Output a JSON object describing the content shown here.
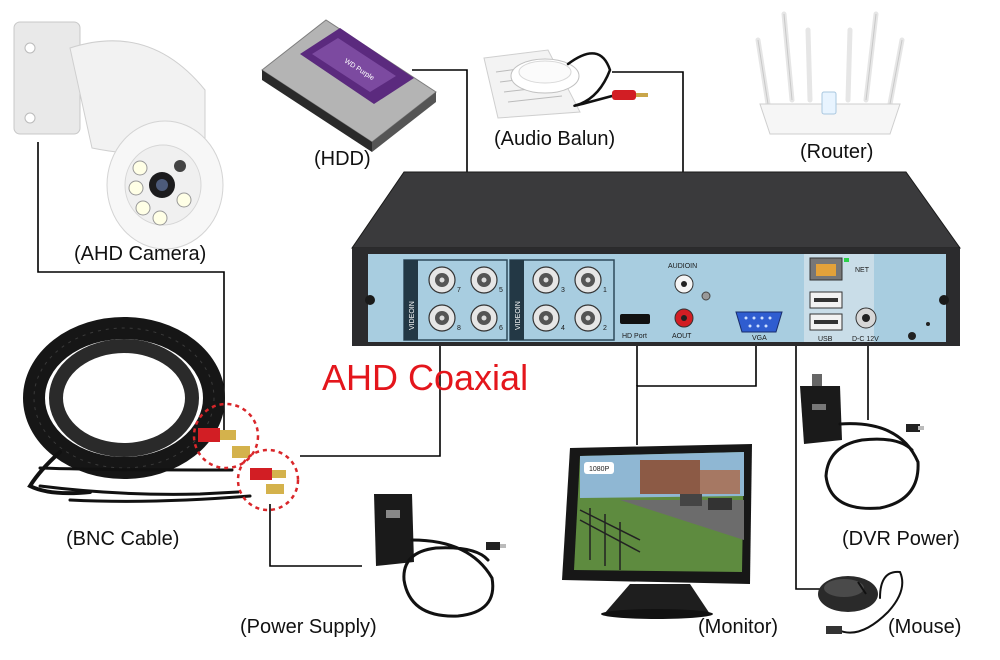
{
  "title": "AHD Coaxial",
  "labels": {
    "camera": "(AHD Camera)",
    "hdd": "(HDD)",
    "audio_balun": "(Audio Balun)",
    "router": "(Router)",
    "bnc_cable": "(BNC Cable)",
    "power_supply": "(Power Supply)",
    "monitor": "(Monitor)",
    "dvr_power": "(DVR Power)",
    "mouse": "(Mouse)"
  },
  "dvr_panel": {
    "videoin_a": "VIDEOIN",
    "videoin_b": "VIDEOIN",
    "audioin": "AUDIOIN",
    "aout": "AOUT",
    "hd_port": "HD Port",
    "vga": "VGA",
    "net": "NET",
    "usb": "USB",
    "dc": "D-C 12V",
    "channels": [
      "7",
      "5",
      "8",
      "6",
      "3",
      "1",
      "4",
      "2"
    ]
  },
  "monitor_badge": "1080P",
  "colors": {
    "title": "#e4161c",
    "panel": "#a8cde0",
    "dvr_body": "#2d2d2f",
    "ring": "#d9262a",
    "hdd_label": "#5b2a7e"
  },
  "icons": [
    "camera-icon",
    "hdd-icon",
    "balun-icon",
    "router-icon",
    "dvr-icon",
    "cable-reel-icon",
    "adapter-icon",
    "monitor-icon",
    "mouse-icon"
  ]
}
